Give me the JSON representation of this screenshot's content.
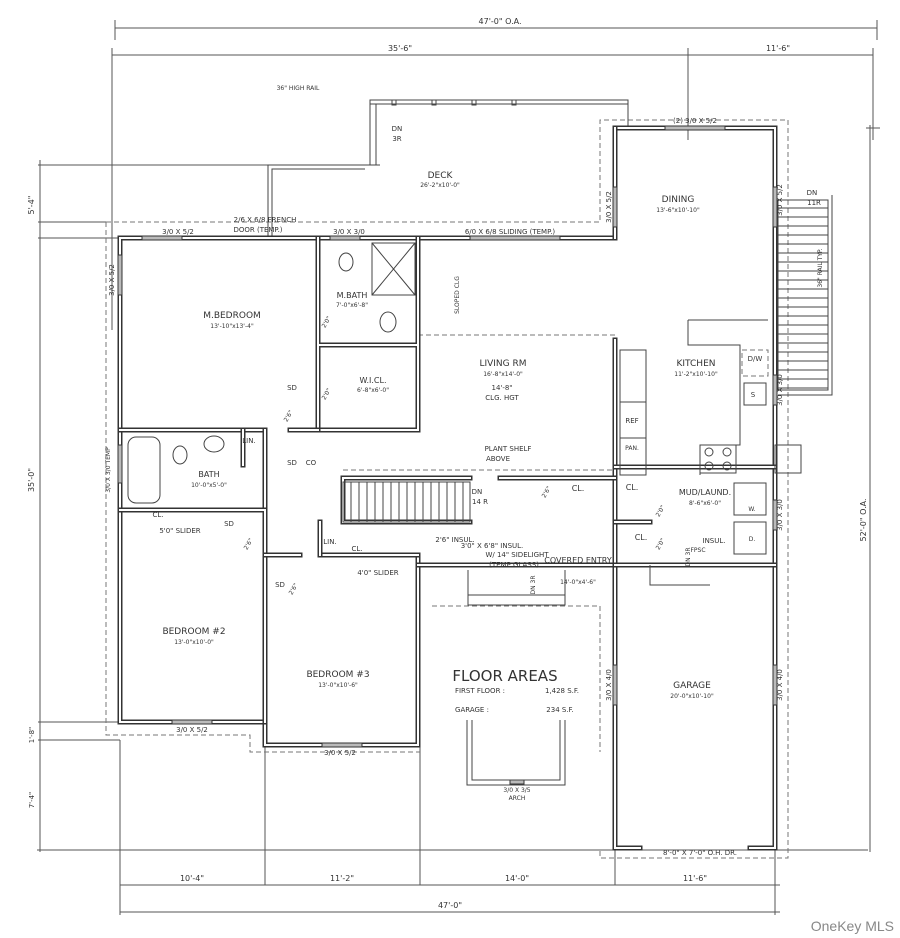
{
  "rooms": [
    {
      "name": "DECK",
      "size": "26'-2\"x10'-0\""
    },
    {
      "name": "DINING",
      "size": "13'-6\"x10'-10\""
    },
    {
      "name": "M.BEDROOM",
      "size": "13'-10\"x13'-4\""
    },
    {
      "name": "M.BATH",
      "size": "7'-0\"x6'-8\""
    },
    {
      "name": "W.I.CL.",
      "size": "6'-8\"x6'-0\""
    },
    {
      "name": "LIVING RM",
      "size": "16'-8\"x14'-0\""
    },
    {
      "name": "KITCHEN",
      "size": "11'-2\"x10'-10\""
    },
    {
      "name": "BATH",
      "size": "10'-0\"x5'-0\""
    },
    {
      "name": "MUD/LAUND.",
      "size": "8'-6\"x6'-0\""
    },
    {
      "name": "BEDROOM #2",
      "size": "13'-0\"x10'-0\""
    },
    {
      "name": "BEDROOM #3",
      "size": "13'-0\"x10'-6\""
    },
    {
      "name": "COVERED ENTRY",
      "size": "14'-0\"x4'-6\""
    },
    {
      "name": "GARAGE",
      "size": "20'-0\"x10'-10\""
    }
  ],
  "dimensions": {
    "top_overall": "47'-0\" O.A.",
    "top_main": "35'-6\"",
    "top_wing": "11'-6\"",
    "left_deck": "5'-4\"",
    "left_main": "35'-0\"",
    "left_offset": "1'-8\"",
    "left_entry": "7'-4\"",
    "right_overall": "52'-0\" O.A.",
    "bottom_1": "10'-4\"",
    "bottom_2": "11'-2\"",
    "bottom_3": "14'-0\"",
    "bottom_4": "11'-6\"",
    "bottom_overall": "47'-0\""
  },
  "notes": {
    "high_rail": "36\" HIGH RAIL",
    "deck_dn": "DN",
    "deck_3r": "3R",
    "dining_top_window": "(2) 3/0 X 5/2",
    "dining_left_window": "3/0 X 5/2",
    "dining_right_window": "3/0 X 5/2",
    "stair_dn": "DN",
    "stair_11r": "11R",
    "rail_typ": "36\" RAIL TYP.",
    "french_door_1": "2/6 X 6/8 FRENCH",
    "french_door_2": "DOOR (TEMP.)",
    "mbed_top_window": "3/0 X 5/2",
    "mbath_window": "3/0 X 3/0",
    "sliding_door": "6/0 X 6/8 SLIDING (TEMP.)",
    "mbed_left_window": "3/0 X 5/2",
    "sloped_clg": "SLOPED CLG",
    "clg_height": "14'-8\"",
    "clg_hgt": "CLG. HGT",
    "lin_1": "LIN.",
    "sd": "SD",
    "co": "CO",
    "bath_window": "3/0 X 3/0 TEMP",
    "cl_bed2": "CL.",
    "slider_5": "5'0\" SLIDER",
    "plant_shelf": "PLANT SHELF",
    "above": "ABOVE",
    "dn_14": "DN",
    "r_14": "14 R",
    "cl_hall": "CL.",
    "cl_mud": "CL.",
    "cl_mud2": "CL.",
    "insul": "INSUL.",
    "fpsc": "FPSC",
    "insul_door": "2'6\" INSUL.",
    "entry_door_1": "3'0\" X 6'8\" INSUL.",
    "entry_door_2": "W/ 14\" SIDELIGHT",
    "entry_door_3": "(TEMP GLASS)",
    "lin_2": "LIN.",
    "cl_bed3": "CL.",
    "slider_4": "4'0\" SLIDER",
    "entry_dn": "DN 3R",
    "garage_dn": "DN 3R",
    "bed2_window": "3/0 X 5/2",
    "bed3_window": "3/0 X 5/2",
    "arch_window_1": "3/0 X 3/5",
    "arch_window_2": "ARCH",
    "garage_door": "8'-0\" X 7'-0\" O.H. DR.",
    "kitchen_window": "3/0 X 3/0",
    "mud_window": "3/0 X 3/0",
    "garage_left_window": "3/0 X 4/0",
    "garage_right_window": "3/0 X 4/0",
    "ref": "REF",
    "pan": "PAN.",
    "dw": "D/W",
    "sink": "S",
    "washer": "W.",
    "dryer": "D.",
    "door_20": "2'0\"",
    "door_26": "2'6\""
  },
  "floor_areas": {
    "title": "FLOOR AREAS",
    "first_floor_label": "FIRST FLOOR :",
    "first_floor_value": "1,428 S.F.",
    "garage_label": "GARAGE :",
    "garage_value": "234 S.F."
  },
  "watermark": "OneKey MLS"
}
